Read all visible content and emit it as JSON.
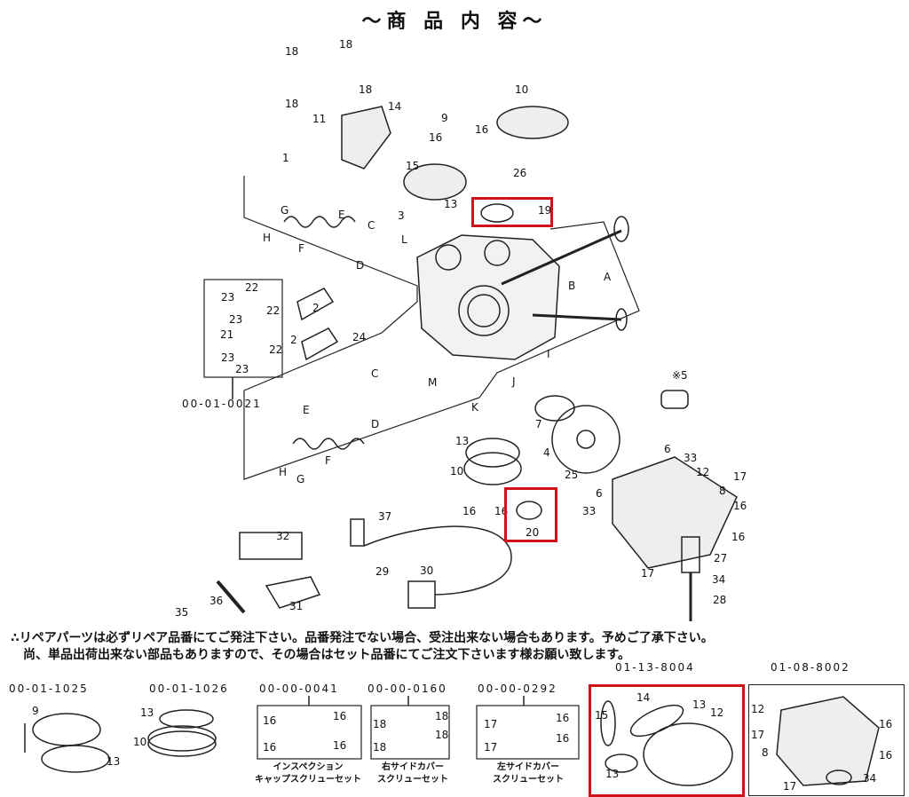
{
  "title": "～商 品 内 容～",
  "callouts": [
    "18",
    "18",
    "18",
    "18",
    "11",
    "14",
    "10",
    "9",
    "16",
    "16",
    "15",
    "26",
    "13",
    "19",
    "3",
    "1",
    "G",
    "H",
    "E",
    "C",
    "F",
    "D",
    "L",
    "A",
    "B",
    "22",
    "23",
    "23",
    "22",
    "2",
    "21",
    "2",
    "23",
    "22",
    "24",
    "23",
    "I",
    "J",
    "M",
    "C",
    "E",
    "K",
    "※5",
    "00-01-0021",
    "D",
    "7",
    "F",
    "H",
    "G",
    "13",
    "4",
    "6",
    "33",
    "25",
    "12",
    "17",
    "10",
    "6",
    "8",
    "33",
    "16",
    "16",
    "16",
    "20",
    "37",
    "32",
    "16",
    "27",
    "17",
    "34",
    "29",
    "30",
    "36",
    "31",
    "28",
    "35"
  ],
  "notes": [
    "∴リペアパーツは必ずリペア品番にてご発注下さい。品番発注でない場合、受注出来ない場合もあります。予めご了承下さい。",
    "尚、単品出荷出来ない部品もありますので、その場合はセット品番にてご注文下さいます様お願い致します。"
  ],
  "sets": [
    {
      "code": "00-01-1025",
      "labels": [
        "9",
        "13"
      ]
    },
    {
      "code": "00-01-1026",
      "labels": [
        "13",
        "10"
      ]
    },
    {
      "code": "00-00-0041",
      "labels": [
        "16",
        "16",
        "16",
        "16"
      ],
      "caption1": "インスペクション",
      "caption2": "キャップスクリューセット"
    },
    {
      "code": "00-00-0160",
      "labels": [
        "18",
        "18",
        "18",
        "18"
      ],
      "caption1": "右サイドカバー",
      "caption2": "スクリューセット"
    },
    {
      "code": "00-00-0292",
      "labels": [
        "17",
        "16",
        "17",
        "16"
      ],
      "caption1": "左サイドカバー",
      "caption2": "スクリューセット"
    },
    {
      "code": "01-13-8004",
      "labels": [
        "14",
        "15",
        "13",
        "12",
        "13"
      ]
    },
    {
      "code": "01-08-8002",
      "labels": [
        "12",
        "16",
        "17",
        "8",
        "16",
        "17",
        "34"
      ]
    }
  ],
  "colors": {
    "highlight": "#d0121b"
  }
}
